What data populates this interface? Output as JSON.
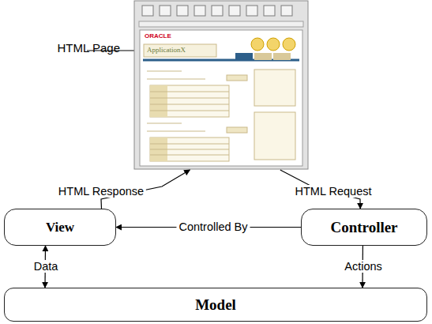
{
  "diagram": {
    "nodes": [
      {
        "text": [
          "HTML Page"
        ]
      },
      {
        "text": [
          "View"
        ]
      },
      {
        "text": [
          "Controller"
        ]
      },
      {
        "text": [
          "Model"
        ]
      }
    ],
    "edges": [
      {
        "from": 1,
        "to": 0,
        "label": "HTML Response",
        "arrow": "to"
      },
      {
        "from": 0,
        "to": 2,
        "label": "HTML Request",
        "arrow": "to"
      },
      {
        "from": 2,
        "to": 1,
        "label": "Controlled By",
        "arrow": "to"
      },
      {
        "from": 1,
        "to": 3,
        "label": "Data",
        "arrow": "both"
      },
      {
        "from": 2,
        "to": 3,
        "label": "Actions",
        "arrow": "to"
      }
    ],
    "labels": [
      "ORACLE",
      "ApplicationX"
    ]
  }
}
